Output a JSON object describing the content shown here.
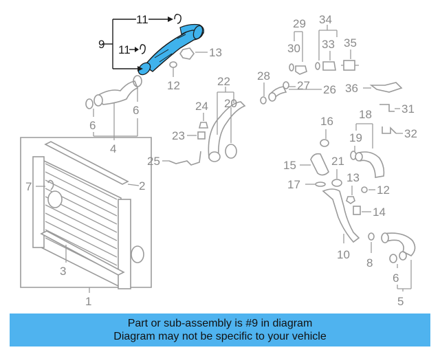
{
  "diagram": {
    "callouts": {
      "c1": "1",
      "c2": "2",
      "c3": "3",
      "c4": "4",
      "c5": "5",
      "c6a": "6",
      "c6b": "6",
      "c6c": "6",
      "c7": "7",
      "c8": "8",
      "c9": "9",
      "c10": "10",
      "c11a": "11",
      "c11b": "11",
      "c12a": "12",
      "c12b": "12",
      "c13a": "13",
      "c13b": "13",
      "c14": "14",
      "c15": "15",
      "c16": "16",
      "c17": "17",
      "c18": "18",
      "c19": "19",
      "c20": "20",
      "c21": "21",
      "c22": "22",
      "c23": "23",
      "c24": "24",
      "c25": "25",
      "c26": "26",
      "c27": "27",
      "c28": "28",
      "c29": "29",
      "c30": "30",
      "c31": "31",
      "c32": "32",
      "c33": "33",
      "c34": "34",
      "c35": "35",
      "c36": "36"
    },
    "highlighted_part": "9",
    "colors": {
      "highlight": "#3fb2ec",
      "line": "#9a9a9a",
      "dark": "#1a1a1a"
    }
  },
  "caption": {
    "line1": "Part or sub-assembly is #9 in diagram",
    "line2": "Diagram may not be specific to your vehicle",
    "background": "#4fb3ef"
  }
}
